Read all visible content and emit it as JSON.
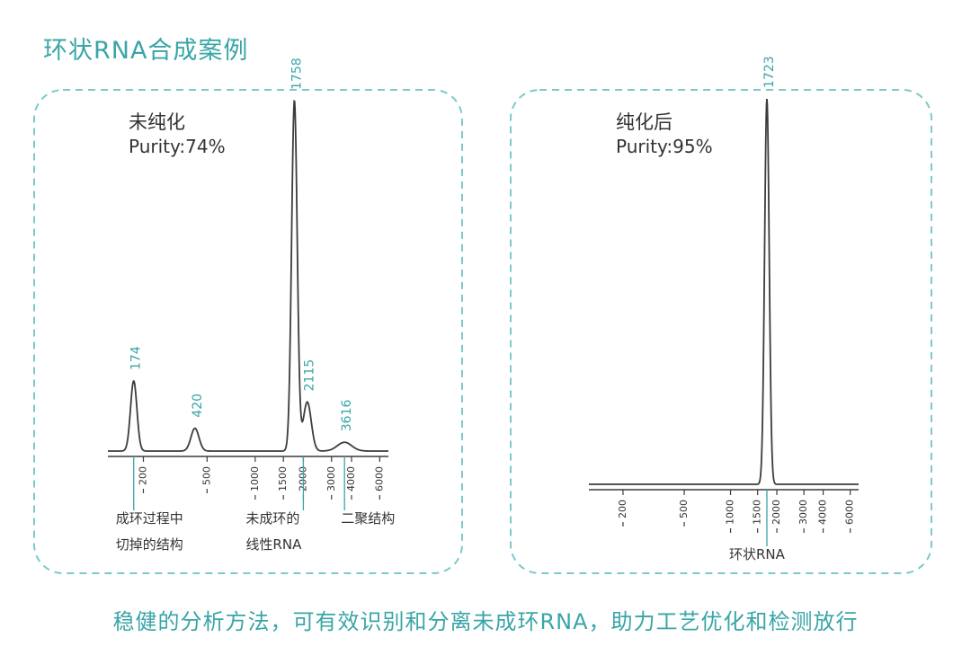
{
  "heading": "环状RNA合成案例",
  "footer": "稳健的分析方法，可有效识别和分离未成环RNA，助力工艺优化和检测放行",
  "colors": {
    "accent": "#3aa5a7",
    "trace": "#3c3c3c",
    "text": "#333333"
  },
  "chart_data": [
    {
      "type": "line",
      "title": "未纯化",
      "subtitle": "Purity:74%",
      "x_scale": "log",
      "xlim": [
        120,
        6800
      ],
      "ylim": [
        0,
        100
      ],
      "x_ticks": [
        "200",
        "500",
        "1000",
        "1500",
        "2000",
        "3000",
        "4000",
        "6000"
      ],
      "tick_values": [
        200,
        500,
        1000,
        1500,
        2000,
        3000,
        4000,
        6000
      ],
      "peaks": [
        {
          "x": 174,
          "label": "174",
          "height": 20,
          "width": 0.04
        },
        {
          "x": 420,
          "label": "420",
          "height": 6.5,
          "width": 0.05
        },
        {
          "x": 1758,
          "label": "1758",
          "height": 100,
          "width": 0.035
        },
        {
          "x": 2115,
          "label": "2115",
          "height": 14,
          "width": 0.05
        },
        {
          "x": 3616,
          "label": "3616",
          "height": 2.5,
          "width": 0.09
        }
      ],
      "annotations": [
        {
          "x": 174,
          "lines": [
            "成环过程中",
            "切掉的结构"
          ]
        },
        {
          "x": 2000,
          "lines": [
            "未成环的",
            "线性RNA"
          ]
        },
        {
          "x": 3616,
          "lines": [
            "二聚结构"
          ]
        }
      ]
    },
    {
      "type": "line",
      "title": "纯化后",
      "subtitle": "Purity:95%",
      "x_scale": "log",
      "xlim": [
        120,
        6800
      ],
      "ylim": [
        0,
        100
      ],
      "x_ticks": [
        "200",
        "500",
        "1000",
        "1500",
        "2000",
        "3000",
        "4000",
        "6000"
      ],
      "tick_values": [
        200,
        500,
        1000,
        1500,
        2000,
        3000,
        4000,
        6000
      ],
      "peaks": [
        {
          "x": 1723,
          "label": "1723",
          "height": 100,
          "width": 0.03
        }
      ],
      "annotations": [
        {
          "x": 1723,
          "lines": [
            "环状RNA"
          ]
        }
      ]
    }
  ]
}
